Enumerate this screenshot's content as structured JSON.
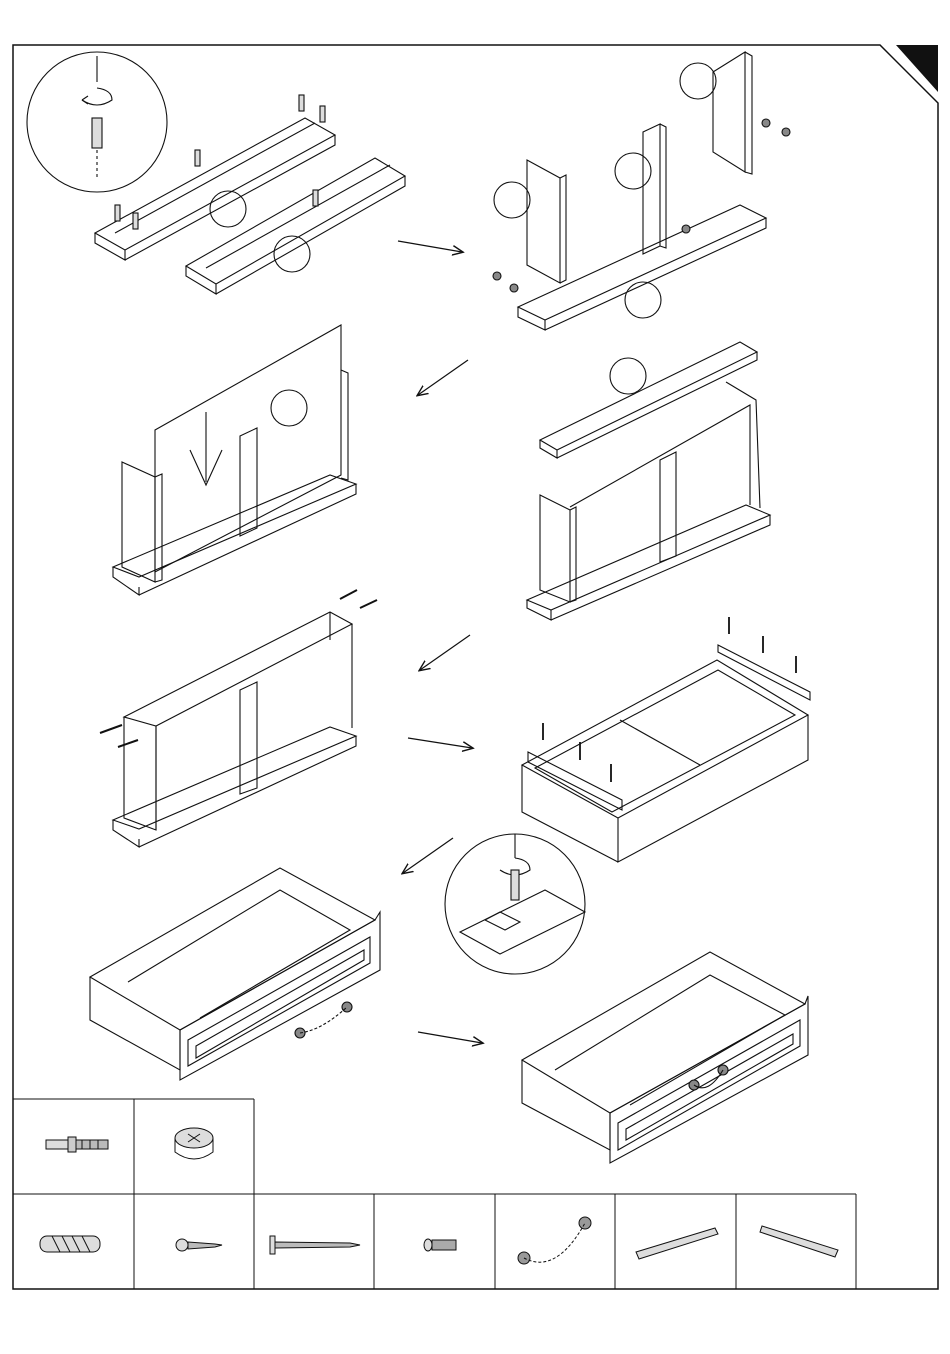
{
  "page": {
    "kind": "assembly-instruction-sheet",
    "text_labels": [],
    "background_color": "#ffffff",
    "line_color": "#111111",
    "hardware_fill": "#cfcfcf"
  },
  "steps": [
    {
      "id": "s1",
      "icon": "cam-bolt-detail-bubble"
    },
    {
      "id": "s2",
      "icon": "base-and-back-panels"
    },
    {
      "id": "s3",
      "icon": "side-panels-cam-lock"
    },
    {
      "id": "s4",
      "icon": "insert-back-board"
    },
    {
      "id": "s5",
      "icon": "attach-top-board"
    },
    {
      "id": "s6",
      "icon": "screw-top-board"
    },
    {
      "id": "s7",
      "icon": "drawer-runners-screws"
    },
    {
      "id": "s8",
      "icon": "drawer-handle-install"
    },
    {
      "id": "s9",
      "icon": "finished-drawer"
    }
  ],
  "hardware": [
    {
      "icon": "cam-bolt-icon"
    },
    {
      "icon": "cam-lock-nut-icon"
    },
    {
      "icon": "wooden-dowel-icon"
    },
    {
      "icon": "short-wood-screw-icon"
    },
    {
      "icon": "long-wood-screw-icon"
    },
    {
      "icon": "machine-screw-icon"
    },
    {
      "icon": "drawer-handle-icon"
    },
    {
      "icon": "drawer-runner-left-icon"
    },
    {
      "icon": "drawer-runner-right-icon"
    }
  ]
}
